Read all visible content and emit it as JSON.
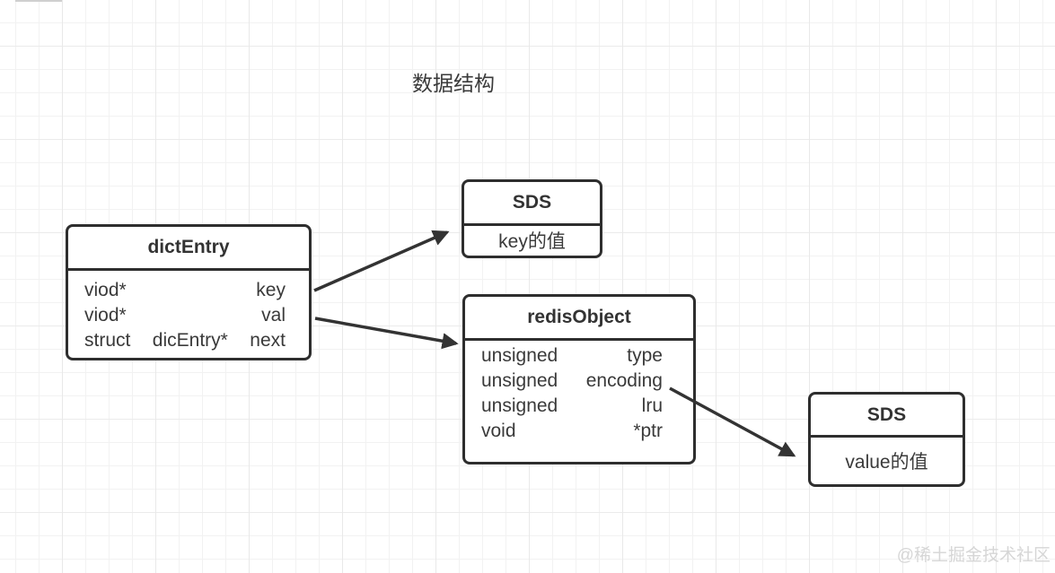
{
  "title": "数据结构",
  "watermark": "@稀土掘金技术社区",
  "colors": {
    "box_border": "#2e2e2e",
    "text": "#3a3a3a",
    "arrow": "#333333",
    "grid_minor": "#f2f2f2",
    "grid_major": "#e9e9e9",
    "watermark": "#d6d6d6"
  },
  "nodes": {
    "dict_entry": {
      "title": "dictEntry",
      "rows": [
        {
          "left": "viod*",
          "mid": "",
          "right": "key"
        },
        {
          "left": "viod*",
          "mid": "",
          "right": "val"
        },
        {
          "left": "struct",
          "mid": "dicEntry*",
          "right": "next"
        }
      ]
    },
    "sds_key": {
      "title": "SDS",
      "body": "key的值"
    },
    "redis_object": {
      "title": "redisObject",
      "rows": [
        {
          "left": "unsigned",
          "mid": "",
          "right": "type"
        },
        {
          "left": "unsigned",
          "mid": "",
          "right": "encoding"
        },
        {
          "left": "unsigned",
          "mid": "",
          "right": "lru"
        },
        {
          "left": "void",
          "mid": "",
          "right": "*ptr"
        }
      ]
    },
    "sds_value": {
      "title": "SDS",
      "body": "value的值"
    }
  },
  "edges": [
    {
      "from": "dictEntry.key",
      "to": "SDS (key的值)"
    },
    {
      "from": "dictEntry.val",
      "to": "redisObject"
    },
    {
      "from": "redisObject.*ptr",
      "to": "SDS (value的值)"
    }
  ]
}
